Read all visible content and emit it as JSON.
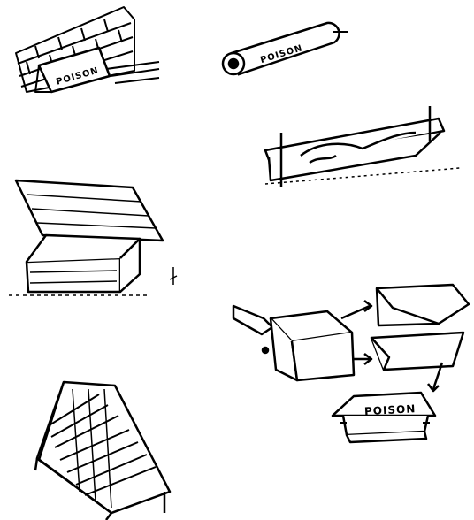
{
  "labels": {
    "brick_wall_sign": "POISON",
    "pipe_sign": "POISON",
    "can_box_sign": "POISON"
  },
  "colors": {
    "ink": "#000000",
    "paper": "#ffffff"
  }
}
